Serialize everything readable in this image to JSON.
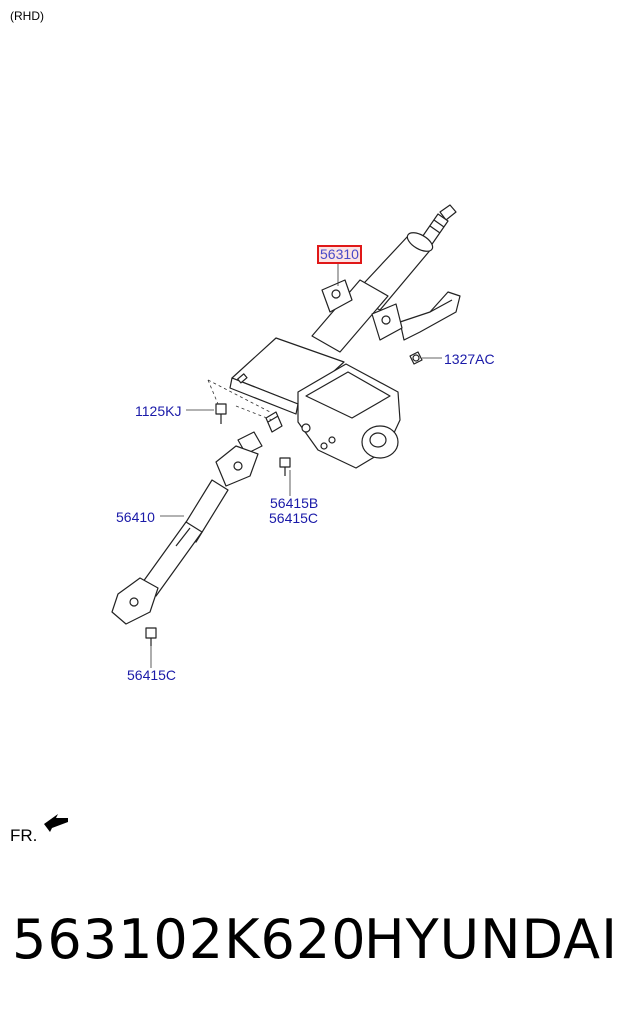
{
  "header": {
    "variant": "(RHD)"
  },
  "diagram": {
    "callouts": {
      "column_assembly": "56310",
      "nut": "1327AC",
      "bolt_upper": "1125KJ",
      "joint_bolt_b": "56415B",
      "joint_bolt_c_upper": "56415C",
      "shaft": "56410",
      "joint_bolt_c_lower": "56415C"
    },
    "highlighted_callout": "56310",
    "direction_label": "FR."
  },
  "footer": {
    "part_number": "563102K620",
    "brand": "HYUNDAI"
  },
  "colors": {
    "callout_text": "#1a1aa8",
    "highlight_border": "#e01818",
    "highlight_fill": "#fce4e4"
  }
}
